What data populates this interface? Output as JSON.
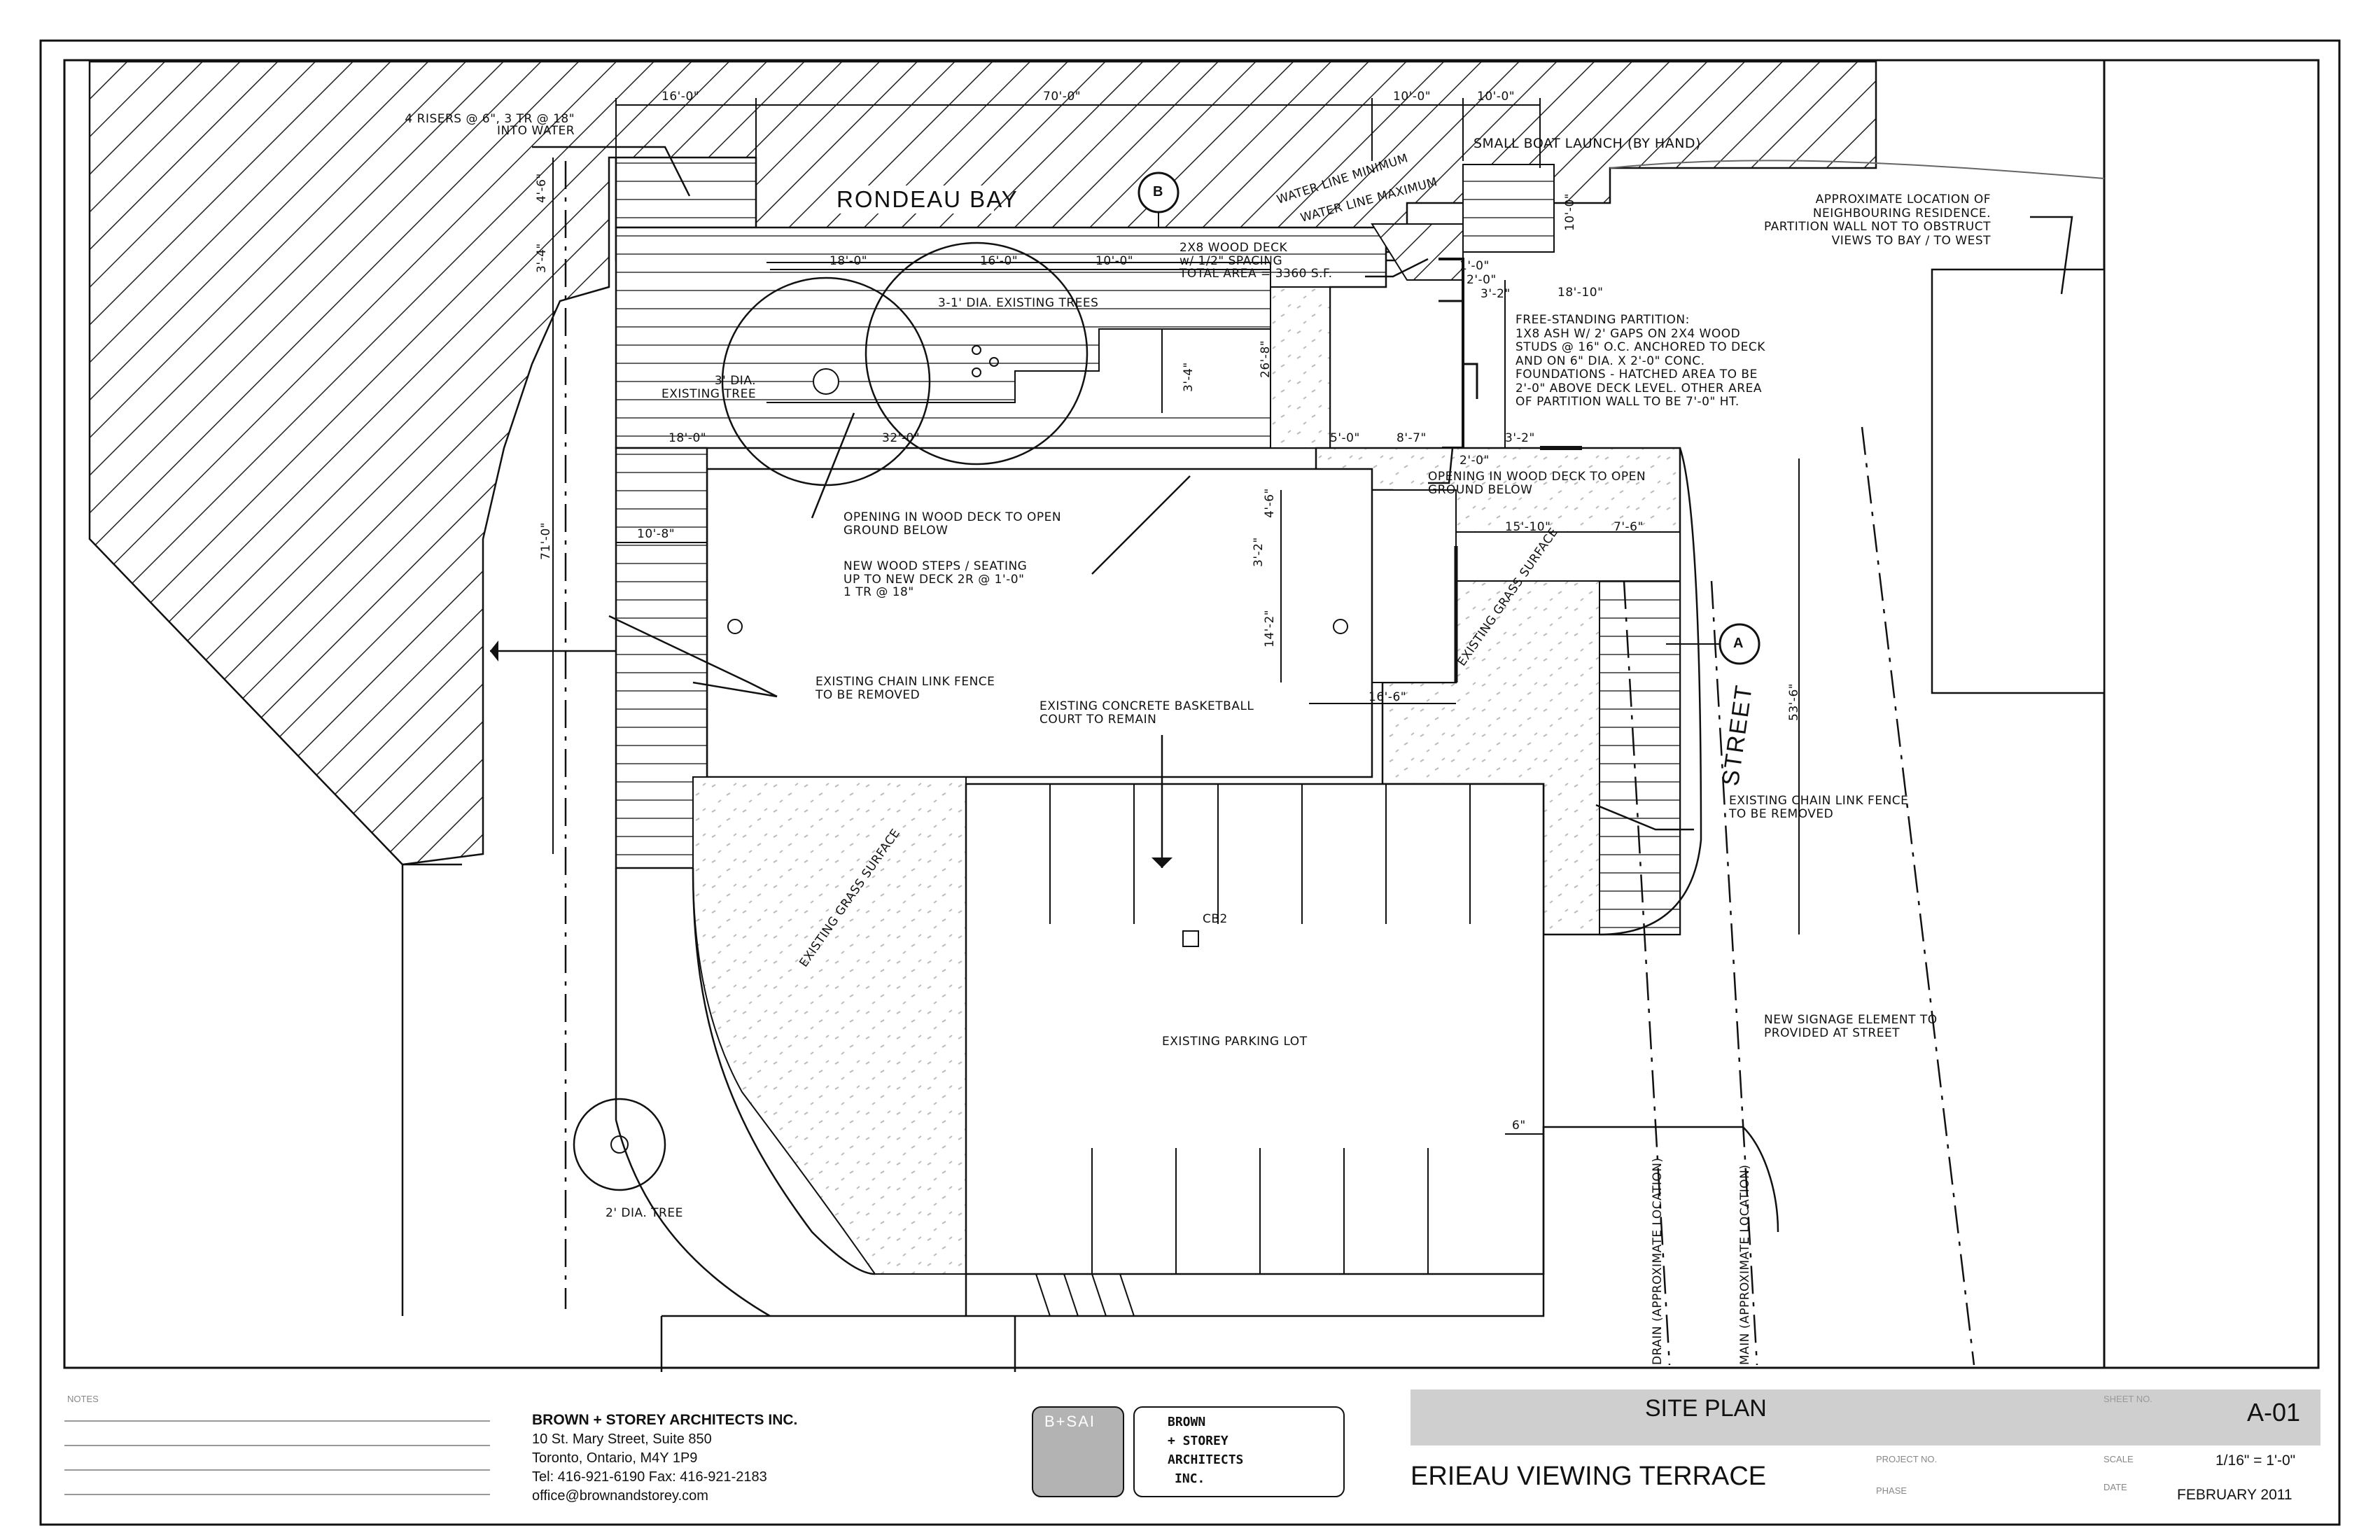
{
  "labels": {
    "risers": [
      "4 RISERS @ 6\", 3 TR @ 18\"",
      "INTO WATER"
    ],
    "rondeau_bay": "RONDEAU BAY",
    "marker_b": "B",
    "marker_a": "A",
    "water_line_min": "WATER LINE MINIMUM",
    "water_line_max": "WATER LINE MAXIMUM",
    "small_boat": "SMALL BOAT LAUNCH (BY HAND)",
    "neighbour": [
      "APPROXIMATE LOCATION OF",
      "NEIGHBOURING RESIDENCE.",
      "PARTITION WALL NOT TO OBSTRUCT",
      "VIEWS TO BAY / TO WEST"
    ],
    "deck": [
      "2X8 WOOD DECK",
      "w/ 1/2\" SPACING",
      "TOTAL AREA = 3360 S.F."
    ],
    "existing_trees": "3-1' DIA. EXISTING TREES",
    "existing_tree": [
      "3' DIA.",
      "EXISTING TREE"
    ],
    "partition": [
      "FREE-STANDING PARTITION:",
      "1X8 ASH W/ 2' GAPS ON 2X4 WOOD",
      "STUDS @ 16\" O.C. ANCHORED TO DECK",
      "AND ON 6\" DIA. X 2'-0\" CONC.",
      "FOUNDATIONS - HATCHED AREA TO BE",
      "2'-0\" ABOVE DECK LEVEL. OTHER AREA",
      "OF PARTITION WALL TO BE 7'-0\" HT."
    ],
    "opening_left": [
      "OPENING IN WOOD DECK TO OPEN",
      "GROUND BELOW"
    ],
    "opening_right": [
      "OPENING IN WOOD DECK TO OPEN",
      "GROUND BELOW"
    ],
    "steps": [
      "NEW WOOD STEPS / SEATING",
      "UP TO NEW DECK 2R @ 1'-0\"",
      "1 TR @ 18\""
    ],
    "fence_left": [
      "EXISTING CHAIN LINK FENCE",
      "TO BE REMOVED"
    ],
    "fence_right": [
      "EXISTING CHAIN LINK FENCE",
      "TO BE REMOVED"
    ],
    "court": [
      "EXISTING CONCRETE BASKETBALL",
      "COURT TO REMAIN"
    ],
    "grass_right": "EXISTING GRASS SURFACE",
    "grass_left": "EXISTING GRASS SURFACE",
    "street": "STREET",
    "cb2": "CB2",
    "parking": "EXISTING PARKING LOT",
    "signage": [
      "NEW SIGNAGE ELEMENT TO",
      "PROVIDED AT STREET"
    ],
    "tree_2": "2' DIA. TREE",
    "drain1": "DRAIN (APPROXIMATE LOCATION)",
    "drain2": "MAIN (APPROXIMATE LOCATION)"
  },
  "dims": {
    "top_16": "16'-0\"",
    "top_70": "70'-0\"",
    "top_10a": "10'-0\"",
    "top_10b": "10'-0\"",
    "d_4_6": "4'-6\"",
    "d_3_4": "3'-4\"",
    "d_10_v": "10'-0\"",
    "d_18a": "18'-0\"",
    "d_16b": "16'-0\"",
    "d_10c": "10'-0\"",
    "d_1_0": "1'-0\"",
    "d_2_0a": "2'-0\"",
    "d_3_2a": "3'-2\"",
    "d_18_10": "18'-10\"",
    "d_26_8": "26'-8\"",
    "d_3_4b": "3'-4\"",
    "d_18b": "18'-0\"",
    "d_32": "32'-0\"",
    "d_5": "5'-0\"",
    "d_8_7": "8'-7\"",
    "d_3_2b": "3'-2\"",
    "d_2_0b": "2'-0\"",
    "d_71": "71'-0\"",
    "d_10_8": "10'-8\"",
    "d_4_6b": "4'-6\"",
    "d_3_2c": "3'-2\"",
    "d_14_2": "14'-2\"",
    "d_16_6": "16'-6\"",
    "d_15_10": "15'-10\"",
    "d_7_6": "7'-6\"",
    "d_53_6": "53'-6\"",
    "d_6in": "6\""
  },
  "titleblock": {
    "notes": "NOTES",
    "firm_name": "BROWN + STOREY ARCHITECTS INC.",
    "firm_addr1": "10 St. Mary Street, Suite 850",
    "firm_addr2": "Toronto, Ontario, M4Y 1P9",
    "firm_tel": "Tel:  416-921-6190  Fax: 416-921-2183",
    "firm_email": "office@brownandstorey.com",
    "logo_mark": "B+SAI",
    "logo_text": [
      "BROWN",
      "+ STOREY",
      "ARCHITECTS",
      "INC."
    ],
    "sheet_title": "SITE PLAN",
    "sheet_no_label": "SHEET NO.",
    "sheet_no": "A-01",
    "project_no_label": "PROJECT NO.",
    "scale_label": "SCALE",
    "scale": "1/16\" = 1'-0\"",
    "phase_label": "PHASE",
    "date_label": "DATE",
    "date": "FEBRUARY 2011",
    "project_name": "ERIEAU VIEWING TERRACE"
  }
}
